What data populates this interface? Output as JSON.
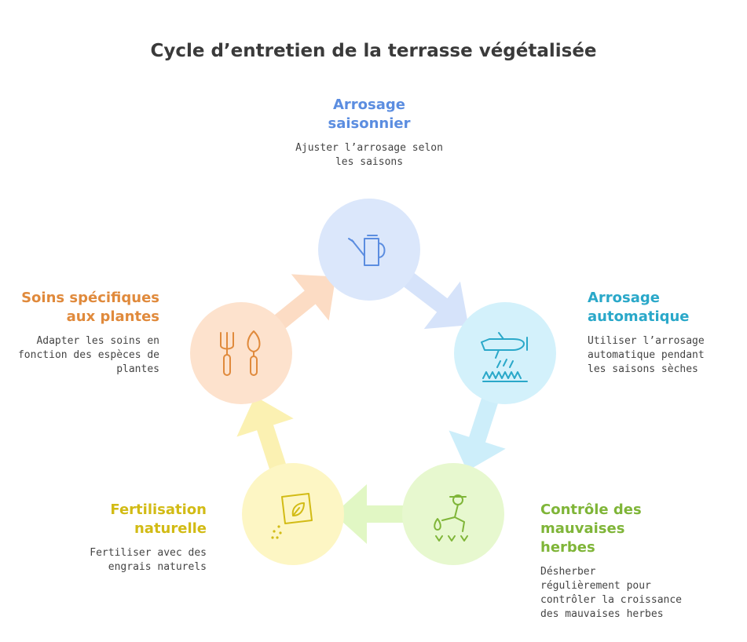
{
  "title": "Cycle d’entretien de la terrasse végétalisée",
  "steps": [
    {
      "title": "Arrosage saisonnier",
      "title_lines": [
        "Arrosage",
        "saisonnier"
      ],
      "desc_lines": [
        "Ajuster l’arrosage selon",
        "les saisons"
      ],
      "color": "#5b8de0",
      "fill": "#dbe7fb",
      "arrow": "#d6e3fa",
      "icon": "watering-can-icon"
    },
    {
      "title": "Arrosage automatique",
      "title_lines": [
        "Arrosage",
        "automatique"
      ],
      "desc_lines": [
        "Utiliser l’arrosage",
        "automatique pendant",
        "les saisons sèches"
      ],
      "color": "#2aa8c9",
      "fill": "#d3f1fb",
      "arrow": "#cdeefa",
      "icon": "crop-duster-plane-icon"
    },
    {
      "title": "Contrôle des mauvaises herbes",
      "title_lines": [
        "Contrôle des",
        "mauvaises",
        "herbes"
      ],
      "desc_lines": [
        "Désherber",
        "régulièrement pour",
        "contrôler la croissance",
        "des mauvaises herbes"
      ],
      "color": "#7fb538",
      "fill": "#e7f8cf",
      "arrow": "#e1f7c4",
      "icon": "gardener-weeding-icon"
    },
    {
      "title": "Fertilisation naturelle",
      "title_lines": [
        "Fertilisation",
        "naturelle"
      ],
      "desc_lines": [
        "Fertiliser avec des",
        "engrais naturels"
      ],
      "color": "#d2bb15",
      "fill": "#fdf6c4",
      "arrow": "#fbf1b2",
      "icon": "fertilizer-bag-icon"
    },
    {
      "title": "Soins spécifiques aux plantes",
      "title_lines": [
        "Soins spécifiques",
        "aux plantes"
      ],
      "desc_lines": [
        "Adapter les soins en",
        "fonction des espèces de",
        "plantes"
      ],
      "color": "#e08a3c",
      "fill": "#fde2cd",
      "arrow": "#fcdcc4",
      "icon": "garden-tools-icon"
    }
  ]
}
